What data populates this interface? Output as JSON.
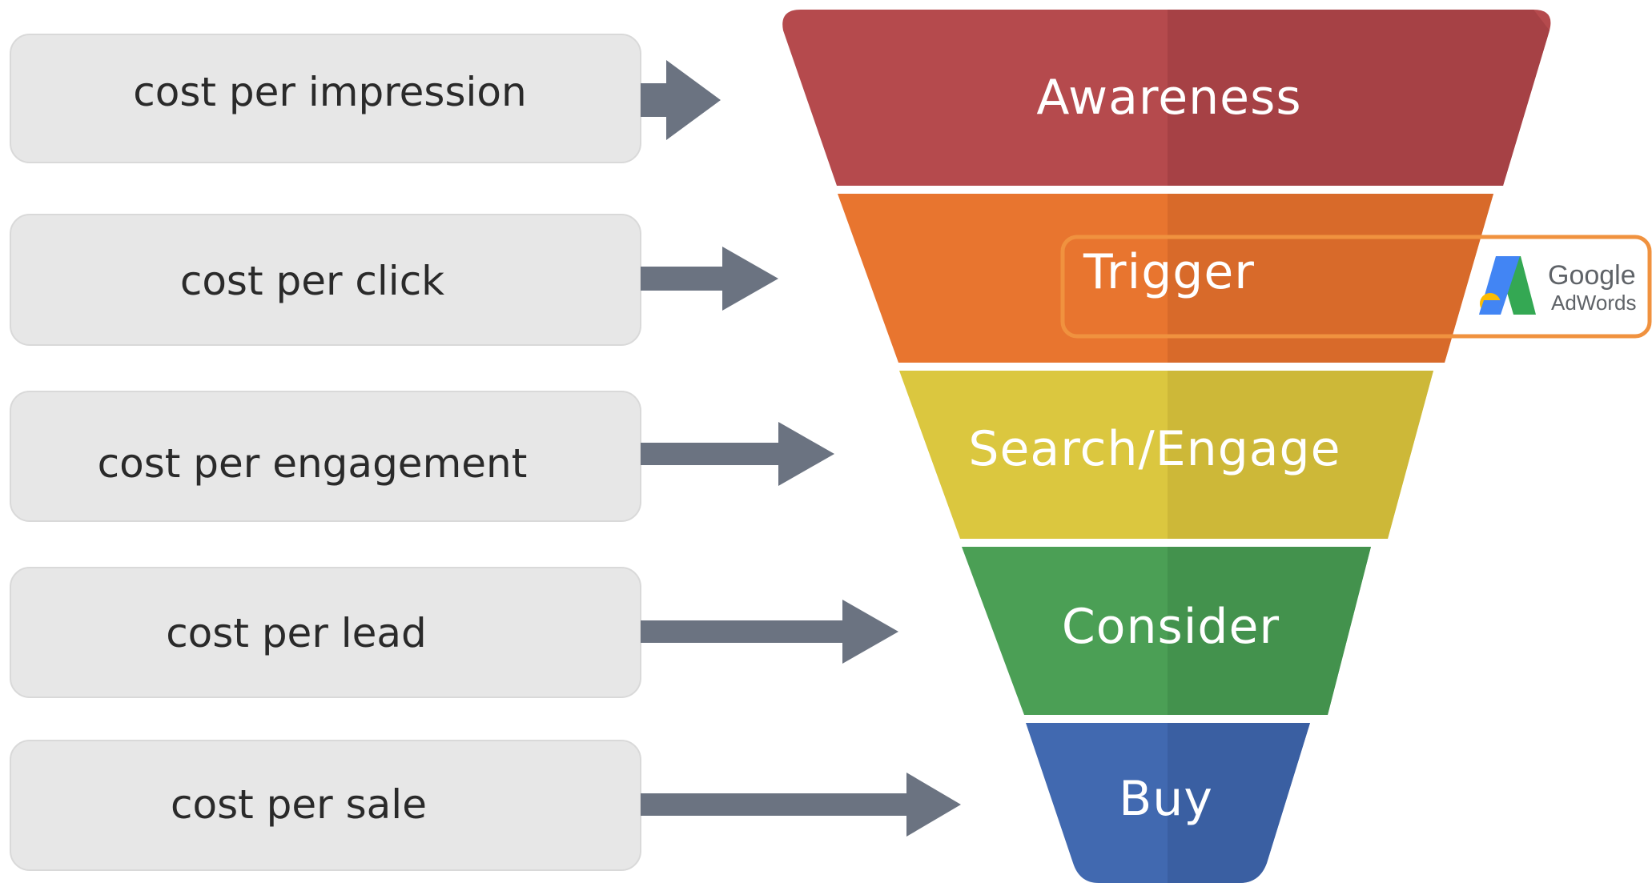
{
  "cost_items": [
    {
      "label": "cost per impression"
    },
    {
      "label": "cost per click"
    },
    {
      "label": "cost per engagement"
    },
    {
      "label": "cost per lead"
    },
    {
      "label": "cost per sale"
    }
  ],
  "funnel": {
    "stages": [
      {
        "label": "Awareness",
        "color": "#b54a4d",
        "shade": "#a64145"
      },
      {
        "label": "Trigger",
        "color": "#e8752f",
        "shade": "#d86a2a"
      },
      {
        "label": "Search/Engage",
        "color": "#dbc73f",
        "shade": "#cdb838"
      },
      {
        "label": "Consider",
        "color": "#4b9f55",
        "shade": "#43924d"
      },
      {
        "label": "Buy",
        "color": "#4169b0",
        "shade": "#3a5fa2"
      }
    ]
  },
  "highlight": {
    "color": "#f0923f",
    "logo": {
      "icon": "google-adwords-icon",
      "brand_text": "Google",
      "product_text": "AdWords"
    }
  },
  "colors": {
    "box_fill": "#e7e7e7",
    "box_stroke": "#d9d9d9",
    "arrow": "#6b7381"
  }
}
